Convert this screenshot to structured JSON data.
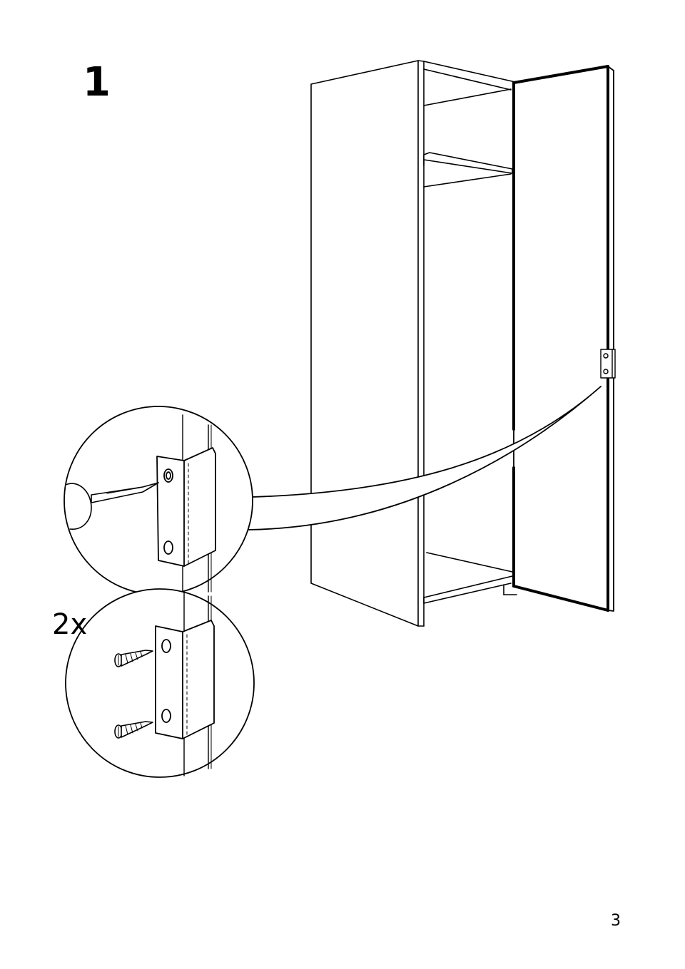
{
  "step": {
    "number": "1"
  },
  "parts": {
    "screw_quantity": "2x"
  },
  "footer": {
    "page_number": "3"
  },
  "icons": {
    "wardrobe": "wardrobe-cabinet-icon",
    "hinge": "door-hinge-icon",
    "screwdriver": "screwdriver-icon",
    "screw": "screw-icon"
  },
  "colors": {
    "ink": "#000000",
    "paper": "#ffffff"
  }
}
